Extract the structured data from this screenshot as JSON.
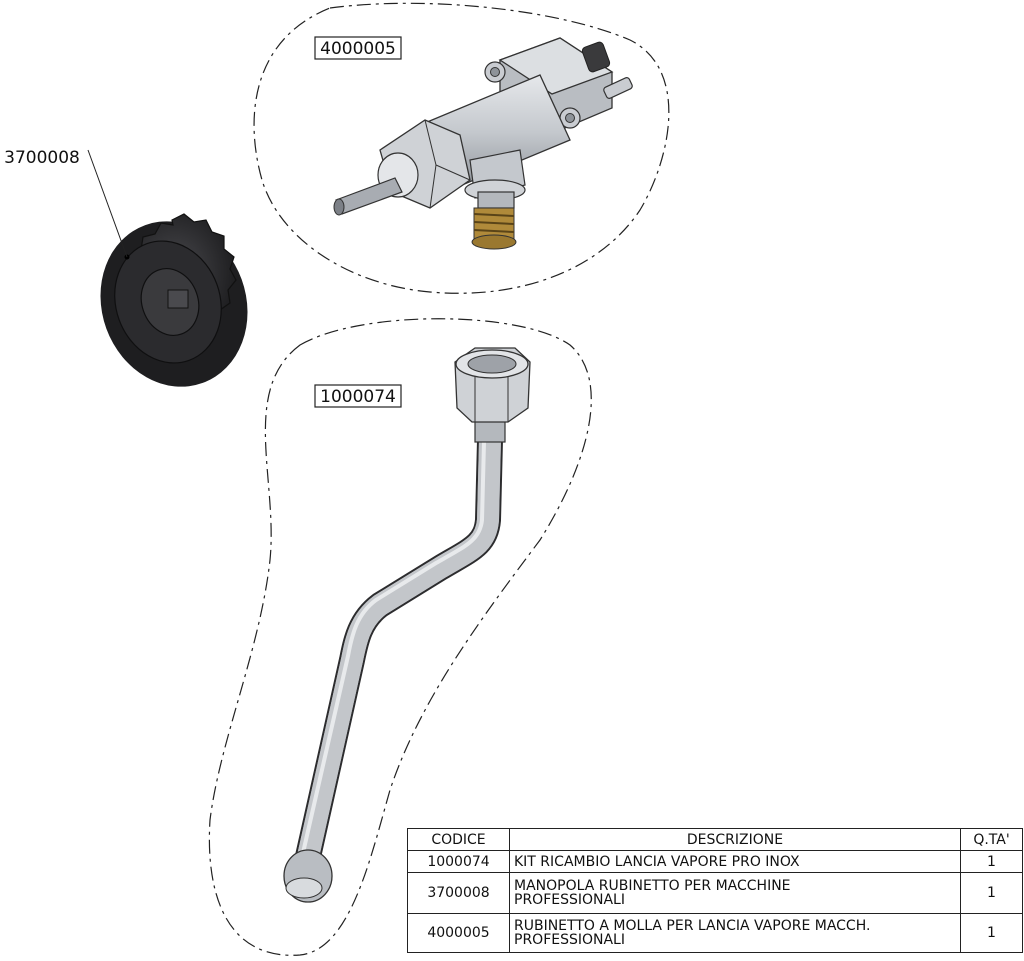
{
  "callouts": {
    "valve": "4000005",
    "knob": "3700008",
    "wand": "1000074"
  },
  "table": {
    "headers": [
      "CODICE",
      "DESCRIZIONE",
      "Q.TA'"
    ],
    "rows": [
      {
        "code": "1000074",
        "description": "KIT RICAMBIO LANCIA VAPORE PRO INOX",
        "qty": "1"
      },
      {
        "code": "3700008",
        "description": "MANOPOLA RUBINETTO PER MACCHINE PROFESSIONALI",
        "qty": "1"
      },
      {
        "code": "4000005",
        "description": "RUBINETTO A MOLLA PER LANCIA VAPORE MACCH. PROFESSIONALI",
        "qty": "1"
      }
    ]
  },
  "colors": {
    "metal": "#c9ccd1",
    "metal_dark": "#8e9399",
    "knob": "#2a2a2c",
    "brass": "#b08a3a"
  }
}
